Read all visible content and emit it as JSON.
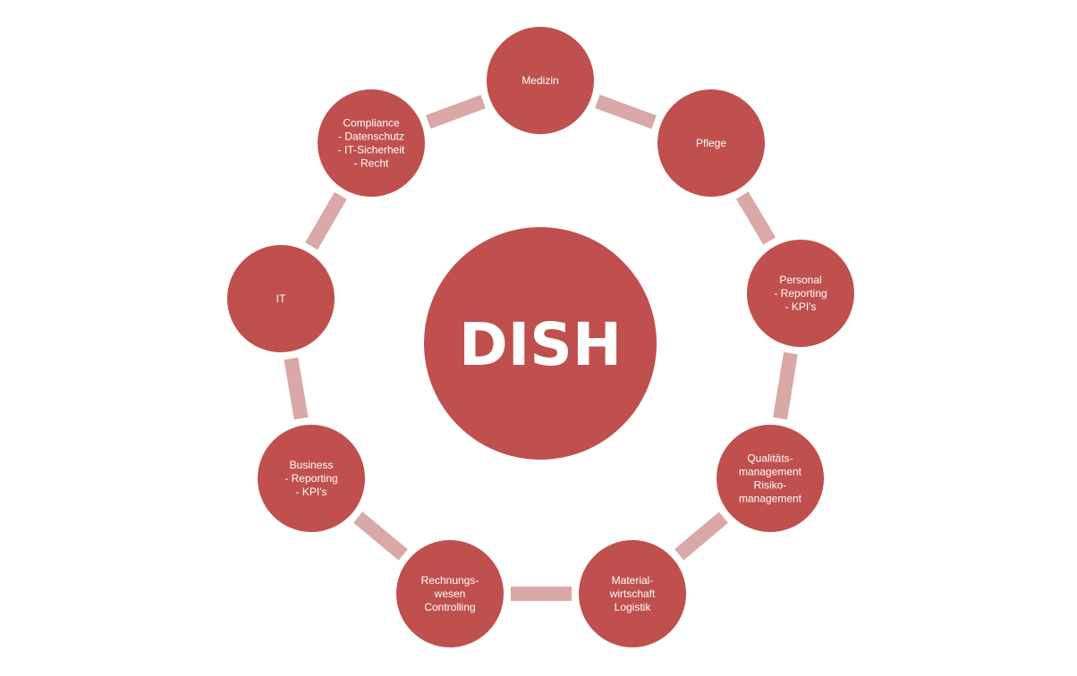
{
  "center": {
    "label": "DISH"
  },
  "nodes": [
    {
      "id": "medizin",
      "lines": [
        "Medizin"
      ]
    },
    {
      "id": "pflege",
      "lines": [
        "Pflege"
      ]
    },
    {
      "id": "personal",
      "lines": [
        "Personal",
        "- Reporting",
        "- KPI's"
      ]
    },
    {
      "id": "qualitaet",
      "lines": [
        "Qualitäts-",
        "management",
        "Risiko-",
        "management"
      ]
    },
    {
      "id": "material",
      "lines": [
        "Material-",
        "wirtschaft",
        "Logistik"
      ]
    },
    {
      "id": "rechnung",
      "lines": [
        "Rechnungs-",
        "wesen",
        "Controlling"
      ]
    },
    {
      "id": "business",
      "lines": [
        "Business",
        "- Reporting",
        "- KPI's"
      ]
    },
    {
      "id": "it",
      "lines": [
        "IT"
      ]
    },
    {
      "id": "compliance",
      "lines": [
        "Compliance",
        "- Datenschutz",
        "- IT-Sicherheit",
        "- Recht"
      ]
    }
  ],
  "colors": {
    "node_fill": "#c0504d",
    "connector": "#d9a8a7",
    "text": "#ffffff"
  }
}
